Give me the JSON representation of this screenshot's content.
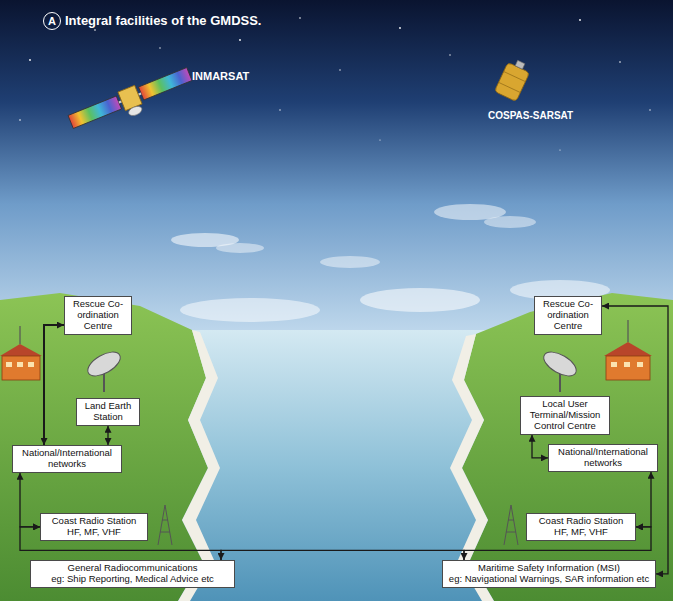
{
  "diagram": {
    "title": "Integral facilities of the GMDSS.",
    "nodes": [
      {
        "text": [
          "Rescue Co-ordination Centre"
        ]
      },
      {
        "text": [
          "Rescue Co-ordination Centre"
        ]
      },
      {
        "text": [
          "Land Earth Station"
        ]
      },
      {
        "text": [
          "Local User Terminal/Mission Control Centre"
        ]
      },
      {
        "text": [
          "National/International networks"
        ]
      },
      {
        "text": [
          "National/International networks"
        ]
      },
      {
        "text": [
          "Coast Radio Station HF, MF, VHF"
        ]
      },
      {
        "text": [
          "Coast Radio Station HF, MF, VHF"
        ]
      },
      {
        "text": [
          "General Radiocommunications",
          "eg: Ship Reporting, Medical Advice etc"
        ]
      },
      {
        "text": [
          "Maritime Safety Information (MSI)",
          "eg: Navigational Warnings, SAR information etc"
        ]
      }
    ],
    "edges": [
      {
        "from": 0,
        "to": 4,
        "arrow": "both"
      },
      {
        "from": 2,
        "to": 4,
        "arrow": "both"
      },
      {
        "from": 3,
        "to": 5,
        "arrow": "both"
      },
      {
        "from": 4,
        "to": 6,
        "arrow": "both"
      },
      {
        "from": 5,
        "to": 7,
        "arrow": "both"
      },
      {
        "from": 6,
        "to": 8,
        "arrow": "both"
      },
      {
        "from": 7,
        "to": 9,
        "arrow": "both"
      },
      {
        "from": 1,
        "to": 9,
        "arrow": "both"
      },
      {
        "from": 8,
        "to": 9,
        "arrow": "none"
      }
    ],
    "labels": [
      "A",
      "INMARSAT",
      "COSPAS-SARSAT"
    ]
  }
}
